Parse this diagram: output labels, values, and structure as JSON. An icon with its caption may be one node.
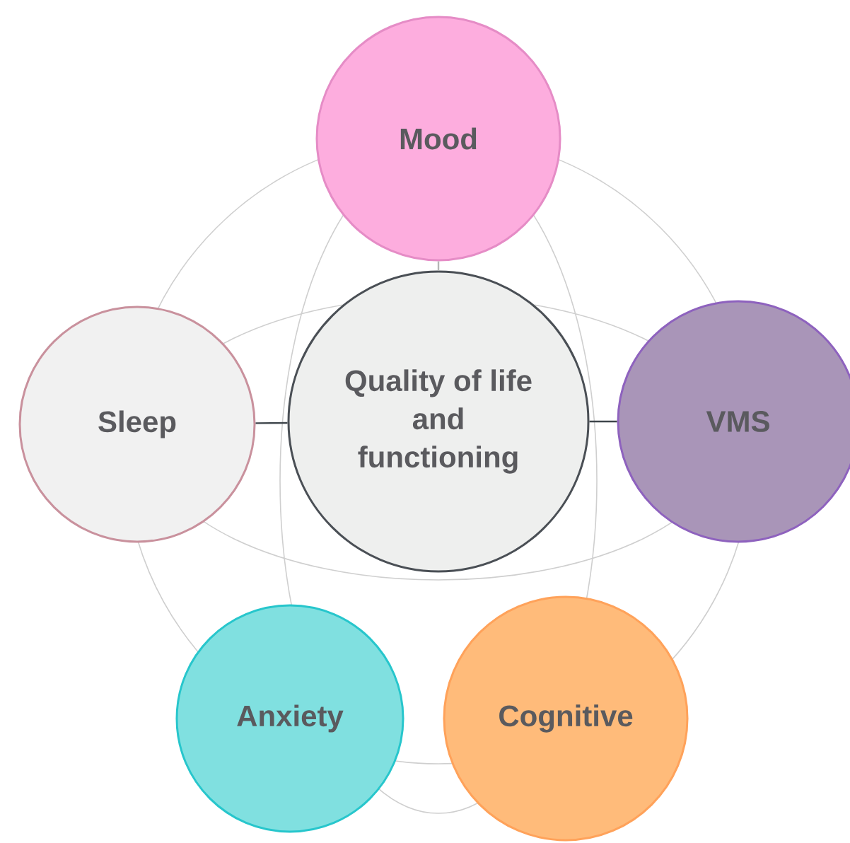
{
  "diagram": {
    "nodes": [
      {
        "text": [
          "Mood"
        ]
      },
      {
        "text": [
          "Sleep"
        ]
      },
      {
        "text": [
          "Quality of life and functioning"
        ]
      },
      {
        "text": [
          "VMS"
        ]
      },
      {
        "text": [
          "Anxiety"
        ]
      },
      {
        "text": [
          "Cognitive"
        ]
      }
    ],
    "edges": [
      {
        "from": 2,
        "to": 0,
        "arrow": "none",
        "color": "#b5b5b5"
      },
      {
        "from": 1,
        "to": 2,
        "arrow": "none"
      },
      {
        "from": 2,
        "to": 3,
        "arrow": "none"
      }
    ]
  }
}
